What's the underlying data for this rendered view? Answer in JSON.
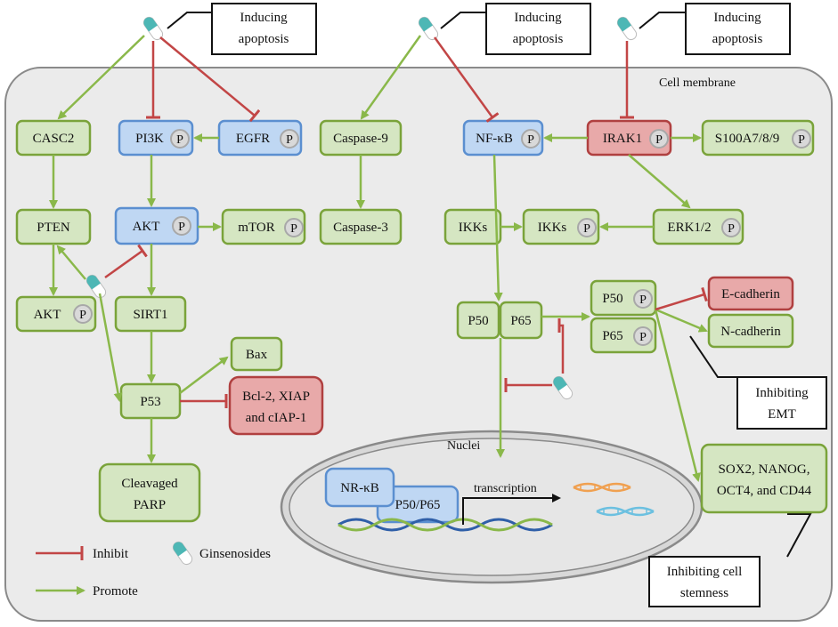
{
  "callouts": {
    "inducing_apoptosis_1": [
      "Inducing",
      "apoptosis"
    ],
    "inducing_apoptosis_2": [
      "Inducing",
      "apoptosis"
    ],
    "inducing_apoptosis_3": [
      "Inducing",
      "apoptosis"
    ],
    "inhibiting_emt": [
      "Inhibiting",
      "EMT"
    ],
    "inhibiting_stemness": [
      "Inhibiting cell",
      "stemness"
    ]
  },
  "labels": {
    "cell_membrane": "Cell membrane",
    "nuclei": "Nuclei",
    "transcription": "transcription",
    "phospho": "P"
  },
  "nodes": {
    "casc2": "CASC2",
    "pi3k": "PI3K",
    "egfr": "EGFR",
    "caspase9": "Caspase-9",
    "nfkb": "NF-κB",
    "irak1": "IRAK1",
    "s100a": "S100A7/8/9",
    "pten": "PTEN",
    "akt": "AKT",
    "mtor": "mTOR",
    "caspase3": "Caspase-3",
    "ikks_left": "IKKs",
    "ikks_right": "IKKs",
    "erk": "ERK1/2",
    "akt_left": "AKT",
    "sirt1": "SIRT1",
    "p50": "P50",
    "p65": "P65",
    "p50_phos": "P50",
    "p65_phos": "P65",
    "ecadherin": "E-cadherin",
    "ncadherin": "N-cadherin",
    "bax": "Bax",
    "p53": "P53",
    "bcl2": [
      "Bcl-2, XIAP",
      "and cIAP-1"
    ],
    "cleaved_parp": [
      "Cleavaged",
      "PARP"
    ],
    "nrkb": "NR-κB",
    "p50p65": "P50/P65",
    "stem_markers": [
      "SOX2, NANOG,",
      "OCT4, and CD44"
    ]
  },
  "legend": {
    "inhibit": "Inhibit",
    "promote": "Promote",
    "ginsenosides": "Ginsenosides"
  },
  "colors": {
    "promote_arrow": "#8ab84a",
    "inhibit_line": "#c24646",
    "green_node_fill": "#d5e6c2",
    "blue_node_fill": "#bfd7f3",
    "red_node_fill": "#e8a9a9",
    "capsule_teal": "#4db7b5"
  }
}
